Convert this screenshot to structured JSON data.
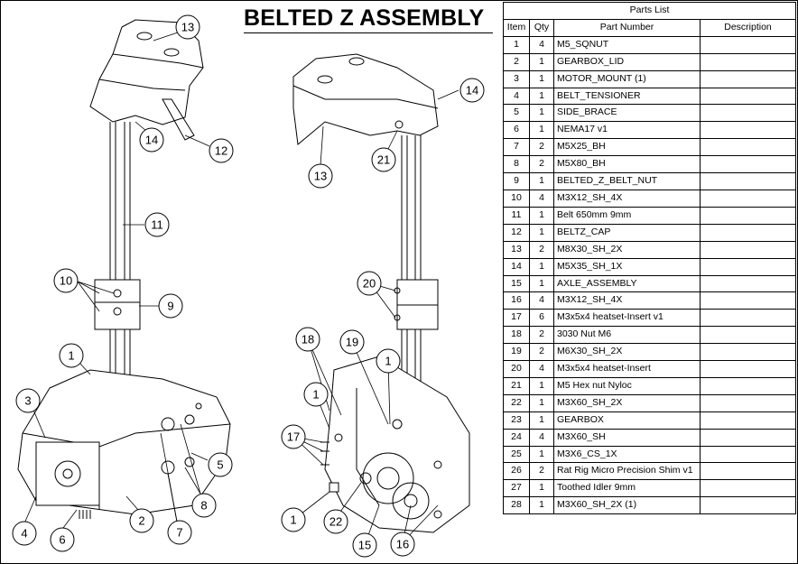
{
  "title": "BELTED Z ASSEMBLY",
  "parts_list": {
    "caption": "Parts List",
    "headers": {
      "item": "Item",
      "qty": "Qty",
      "part": "Part Number",
      "desc": "Description"
    },
    "rows": [
      {
        "item": "1",
        "qty": "4",
        "part": "M5_SQNUT",
        "desc": ""
      },
      {
        "item": "2",
        "qty": "1",
        "part": "GEARBOX_LID",
        "desc": ""
      },
      {
        "item": "3",
        "qty": "1",
        "part": "MOTOR_MOUNT (1)",
        "desc": ""
      },
      {
        "item": "4",
        "qty": "1",
        "part": "BELT_TENSIONER",
        "desc": ""
      },
      {
        "item": "5",
        "qty": "1",
        "part": "SIDE_BRACE",
        "desc": ""
      },
      {
        "item": "6",
        "qty": "1",
        "part": "NEMA17 v1",
        "desc": ""
      },
      {
        "item": "7",
        "qty": "2",
        "part": "M5X25_BH",
        "desc": ""
      },
      {
        "item": "8",
        "qty": "2",
        "part": "M5X80_BH",
        "desc": ""
      },
      {
        "item": "9",
        "qty": "1",
        "part": "BELTED_Z_BELT_NUT",
        "desc": ""
      },
      {
        "item": "10",
        "qty": "4",
        "part": "M3X12_SH_4X",
        "desc": ""
      },
      {
        "item": "11",
        "qty": "1",
        "part": "Belt 650mm 9mm",
        "desc": ""
      },
      {
        "item": "12",
        "qty": "1",
        "part": "BELTZ_CAP",
        "desc": ""
      },
      {
        "item": "13",
        "qty": "2",
        "part": "M8X30_SH_2X",
        "desc": ""
      },
      {
        "item": "14",
        "qty": "1",
        "part": "M5X35_SH_1X",
        "desc": ""
      },
      {
        "item": "15",
        "qty": "1",
        "part": "AXLE_ASSEMBLY",
        "desc": ""
      },
      {
        "item": "16",
        "qty": "4",
        "part": "M3X12_SH_4X",
        "desc": ""
      },
      {
        "item": "17",
        "qty": "6",
        "part": "M3x5x4 heatset-Insert v1",
        "desc": ""
      },
      {
        "item": "18",
        "qty": "2",
        "part": "3030 Nut M6",
        "desc": ""
      },
      {
        "item": "19",
        "qty": "2",
        "part": "M6X30_SH_2X",
        "desc": ""
      },
      {
        "item": "20",
        "qty": "4",
        "part": "M3x5x4 heatset-Insert",
        "desc": ""
      },
      {
        "item": "21",
        "qty": "1",
        "part": "M5  Hex nut Nyloc",
        "desc": ""
      },
      {
        "item": "22",
        "qty": "1",
        "part": "M3X60_SH_2X",
        "desc": ""
      },
      {
        "item": "23",
        "qty": "1",
        "part": "GEARBOX",
        "desc": ""
      },
      {
        "item": "24",
        "qty": "4",
        "part": "M3X60_SH",
        "desc": ""
      },
      {
        "item": "25",
        "qty": "1",
        "part": "M3X6_CS_1X",
        "desc": ""
      },
      {
        "item": "26",
        "qty": "2",
        "part": "Rat Rig Micro Precision Shim v1",
        "desc": ""
      },
      {
        "item": "27",
        "qty": "1",
        "part": "Toothed Idler 9mm",
        "desc": ""
      },
      {
        "item": "28",
        "qty": "1",
        "part": "M3X60_SH_2X (1)",
        "desc": ""
      }
    ]
  },
  "callouts_left": [
    "13",
    "14",
    "12",
    "11",
    "10",
    "9",
    "1",
    "3",
    "5",
    "4",
    "6",
    "2",
    "7",
    "8"
  ],
  "callouts_right": [
    "14",
    "21",
    "13",
    "20",
    "18",
    "19",
    "1",
    "1",
    "17",
    "22",
    "15",
    "16",
    "1"
  ]
}
